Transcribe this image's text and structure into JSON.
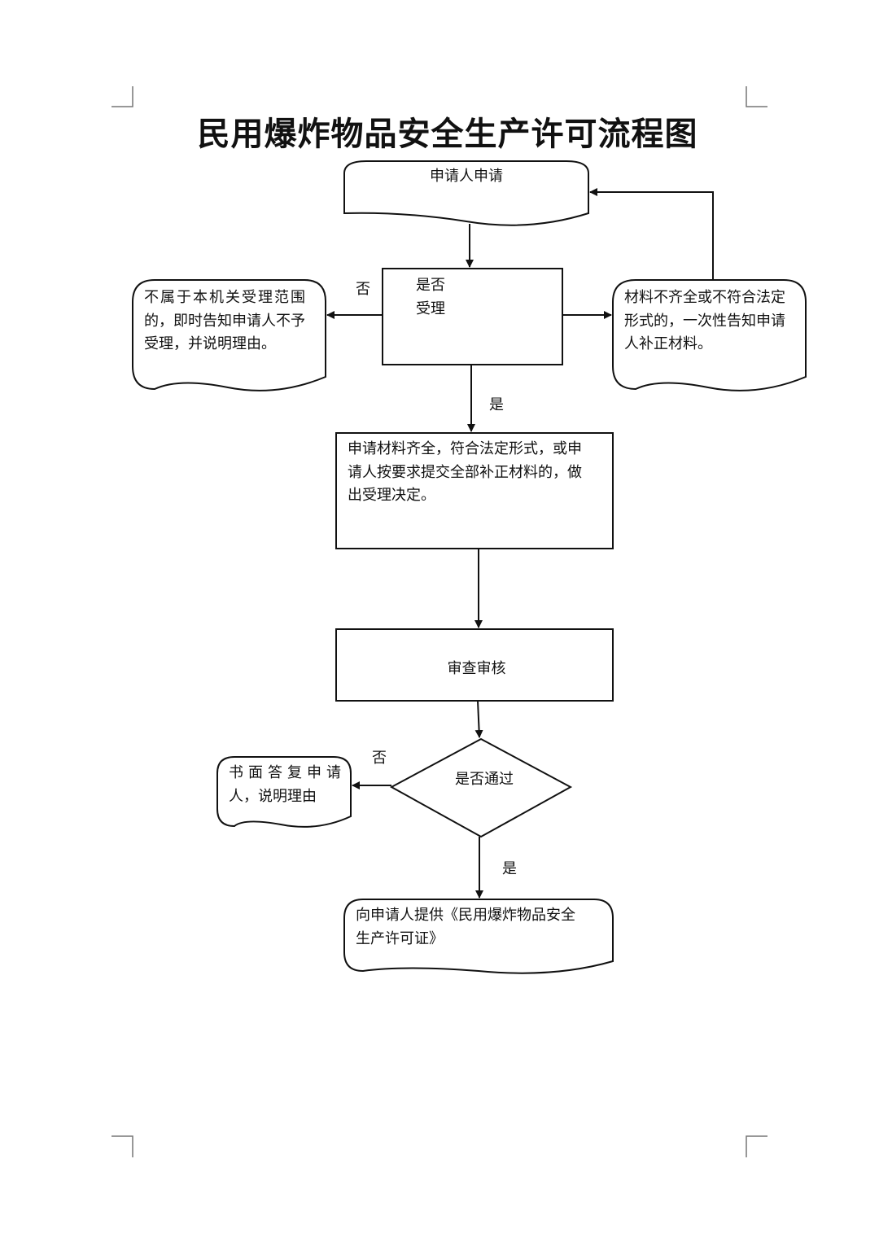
{
  "title": "民用爆炸物品安全生产许可流程图",
  "nodes": {
    "apply": "申请人申请",
    "accept_check": [
      "是否",
      "受理"
    ],
    "not_in_scope": [
      "不属于本机关受理范围",
      "的，即时告知申请人不予",
      "受理，并说明理由。"
    ],
    "incomplete": [
      "材料不齐全或不符合法定",
      "形式的，一次性告知申请",
      "人补正材料。"
    ],
    "accept_decision": [
      "申请材料齐全，符合法定形式，或申",
      "请人按要求提交全部补正材料的，做",
      "出受理决定。"
    ],
    "review": "审查审核",
    "pass_check": "是否通过",
    "written_reply": [
      "书面答复申请",
      "人，说明理由"
    ],
    "issue_license": [
      "向申请人提供《民用爆炸物品安全",
      "生产许可证》"
    ]
  },
  "labels": {
    "no_1": "否",
    "yes_1": "是",
    "no_2": "否",
    "yes_2": "是"
  }
}
